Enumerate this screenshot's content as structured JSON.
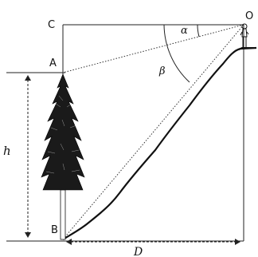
{
  "labels": {
    "point_o": "O",
    "point_c": "C",
    "point_a": "A",
    "point_b": "B",
    "angle_alpha": "α",
    "angle_beta": "β",
    "height": "h",
    "distance": "D"
  },
  "colors": {
    "line": "#222222",
    "tree_foliage": "#1a1a1a",
    "background": "#ffffff"
  },
  "icons": {
    "observer": "person-figure-icon",
    "tree": "conifer-tree-icon"
  }
}
